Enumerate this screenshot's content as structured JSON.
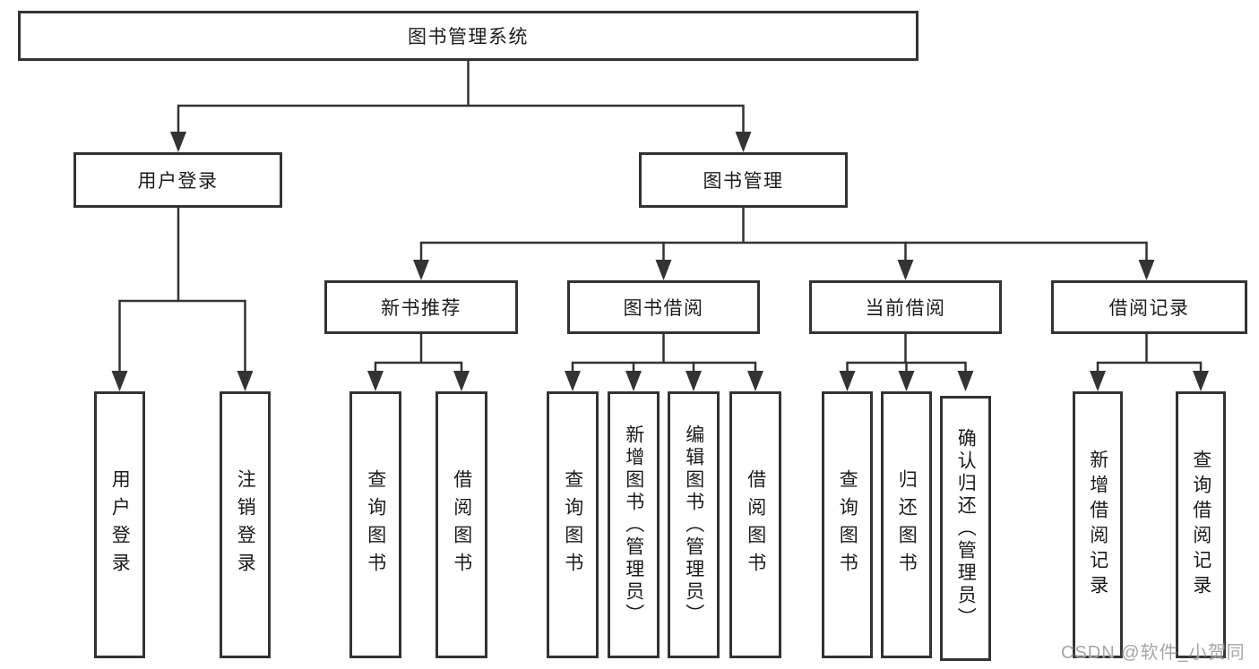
{
  "diagram": {
    "root": {
      "label": "图书管理系统"
    },
    "level2": [
      {
        "label": "用户登录"
      },
      {
        "label": "图书管理"
      }
    ],
    "level3": [
      {
        "label": "新书推荐"
      },
      {
        "label": "图书借阅"
      },
      {
        "label": "当前借阅"
      },
      {
        "label": "借阅记录"
      }
    ],
    "leaves": {
      "user_login": [
        {
          "label": "用户登录"
        },
        {
          "label": "注销登录"
        }
      ],
      "new_books": [
        {
          "label": "查询图书"
        },
        {
          "label": "借阅图书"
        }
      ],
      "book_borrowing": [
        {
          "label": "查询图书"
        },
        {
          "label": "新增图书（管理员）"
        },
        {
          "label": "编辑图书（管理员）"
        },
        {
          "label": "借阅图书"
        }
      ],
      "current_borrowing": [
        {
          "label": "查询图书"
        },
        {
          "label": "归还图书"
        },
        {
          "label": "确认归还（管理员）"
        }
      ],
      "borrow_records": [
        {
          "label": "新增借阅记录"
        },
        {
          "label": "查询借阅记录"
        }
      ]
    },
    "watermark": "CSDN @软件_小贺同学",
    "colors": {
      "line": "#333333",
      "border": "#333333",
      "text": "#1c1c1c",
      "watermark": "#9e9e9e",
      "background": "#ffffff"
    }
  }
}
